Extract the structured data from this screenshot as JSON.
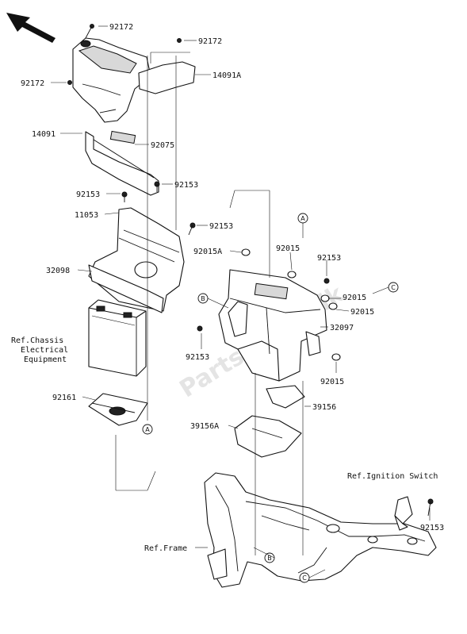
{
  "watermark": "PartsRepublik",
  "callouts": {
    "p92172_top": "92172",
    "p92172_mid": "92172",
    "p92172_left": "92172",
    "p14091A": "14091A",
    "p14091": "14091",
    "p92075": "92075",
    "p92153_a": "92153",
    "p92153_b": "92153",
    "p11053": "11053",
    "p92153_c": "92153",
    "p92015A": "92015A",
    "p92015_a": "92015",
    "p92153_d": "92153",
    "p32098": "32098",
    "p92015_b": "92015",
    "p92015_c": "92015",
    "p32097": "32097",
    "p92153_e": "92153",
    "p92015_d": "92015",
    "p92161": "92161",
    "p39156": "39156",
    "p39156A": "39156A",
    "p92153_f": "92153"
  },
  "references": {
    "chassis_line1": "Ref.Chassis",
    "chassis_line2": "Electrical",
    "chassis_line3": "Equipment",
    "ignition": "Ref.Ignition Switch",
    "frame": "Ref.Frame"
  },
  "markers": {
    "a1": "A",
    "a2": "A",
    "b1": "B",
    "b2": "B",
    "c1": "C",
    "c2": "C"
  },
  "icons": {
    "direction": "front-direction-arrow-icon"
  }
}
